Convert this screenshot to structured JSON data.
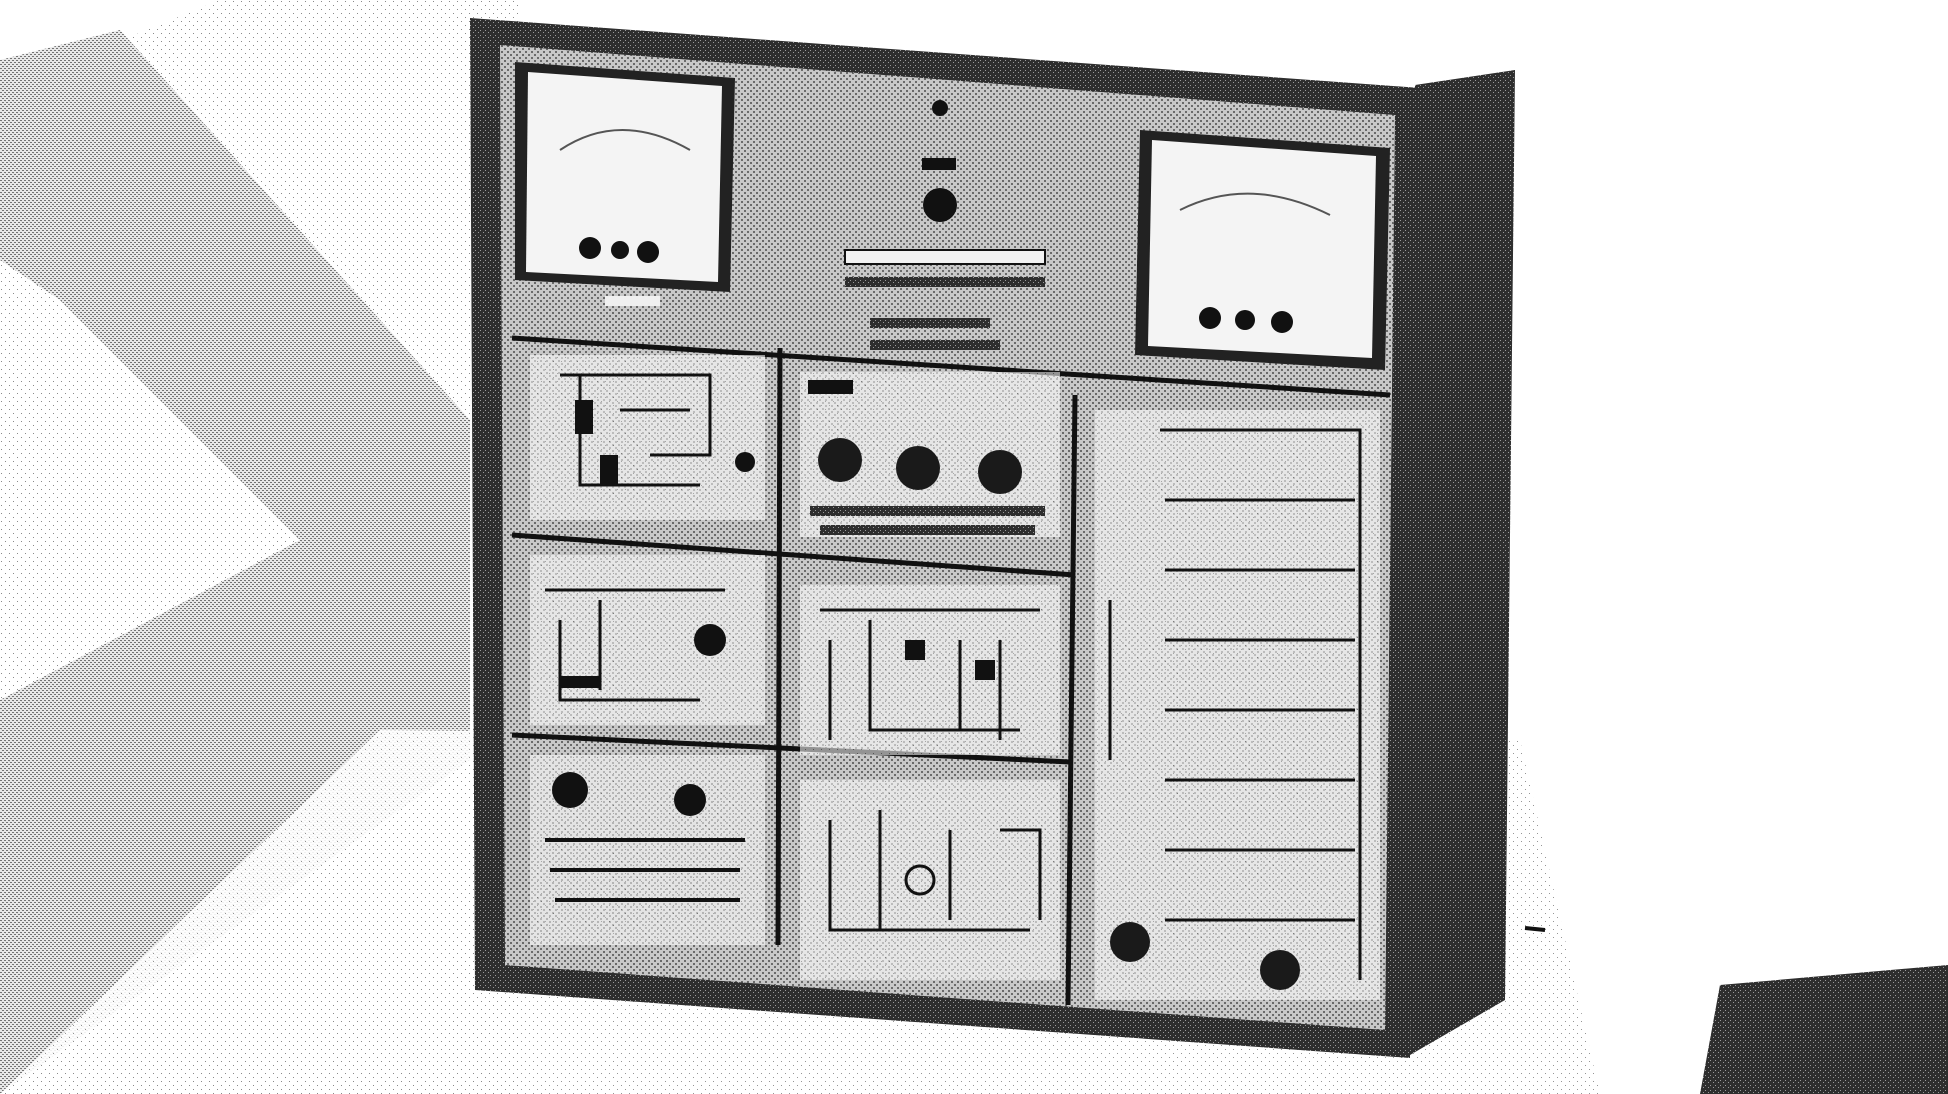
{
  "photo": {
    "subject": "electronics-trainer-panel",
    "tone": "halftone-grayscale",
    "colors": {
      "background": "#ffffff",
      "cabinet": "#3a3a3a",
      "panel": "#b8b8b8",
      "meter_face": "#f4f4f4",
      "ink": "#1a1a1a"
    },
    "meters": [
      {
        "name": "left-meter"
      },
      {
        "name": "right-meter"
      }
    ],
    "modules": [
      {
        "name": "module-top-left",
        "type": "circuit"
      },
      {
        "name": "module-top-middle",
        "type": "knobs"
      },
      {
        "name": "module-right-column",
        "type": "circuit"
      },
      {
        "name": "module-middle-left",
        "type": "circuit"
      },
      {
        "name": "module-middle-middle",
        "type": "circuit"
      },
      {
        "name": "module-bottom-left",
        "type": "circuit"
      },
      {
        "name": "module-bottom-middle",
        "type": "circuit"
      }
    ]
  }
}
